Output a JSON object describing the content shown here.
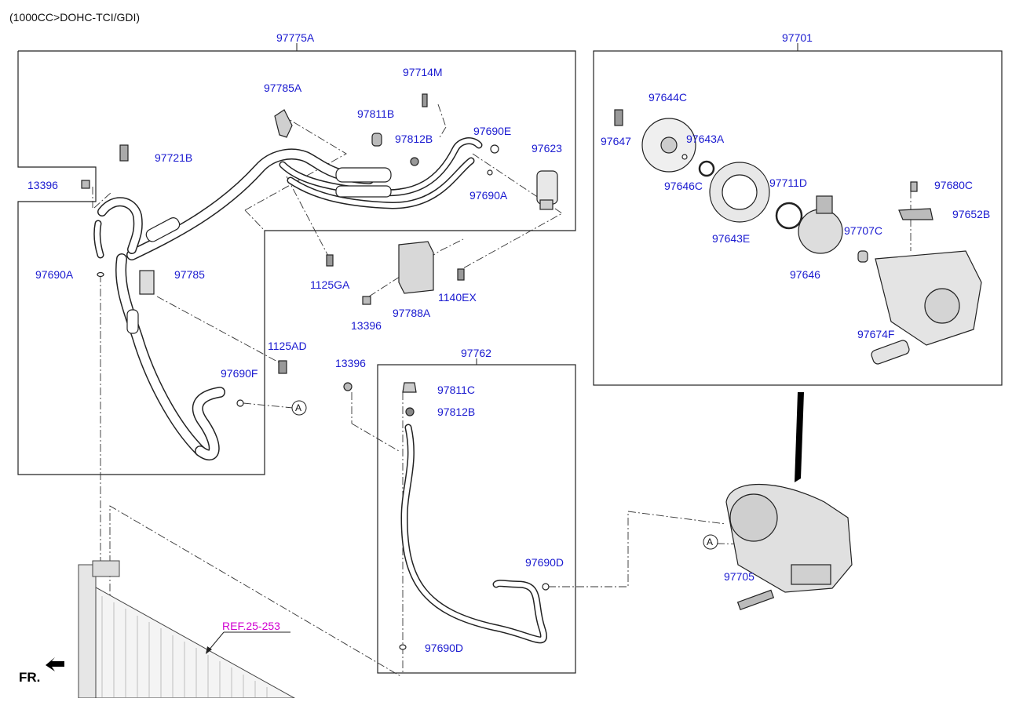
{
  "header": {
    "engine": "(1000CC>DOHC-TCI/GDI)"
  },
  "front_label": "FR.",
  "reference": "REF.25-253",
  "assemblies": {
    "discharge_suction_hose_assy": "97775A",
    "compressor_assy": "97701",
    "liquid_tube_assy": "97762"
  },
  "parts": {
    "p97785A": "97785A",
    "p97714M": "97714M",
    "p97811B": "97811B",
    "p97812B_top": "97812B",
    "p97690E": "97690E",
    "p97623": "97623",
    "p97721B": "97721B",
    "p13396_a": "13396",
    "p97690A_top": "97690A",
    "p97690A_left": "97690A",
    "p97785": "97785",
    "p1125GA": "1125GA",
    "p97788A": "97788A",
    "p1140EX": "1140EX",
    "p13396_b": "13396",
    "p1125AD": "1125AD",
    "p97690F": "97690F",
    "p13396_c": "13396",
    "p97811C": "97811C",
    "p97812B_mid": "97812B",
    "p97690D_upper": "97690D",
    "p97690D_lower": "97690D",
    "p97644C": "97644C",
    "p97647": "97647",
    "p97643A": "97643A",
    "p97646C": "97646C",
    "p97711D": "97711D",
    "p97643E": "97643E",
    "p97680C": "97680C",
    "p97652B": "97652B",
    "p97707C": "97707C",
    "p97646": "97646",
    "p97674F": "97674F",
    "p97705": "97705"
  },
  "connector_marks": {
    "a1": "A",
    "a2": "A"
  }
}
